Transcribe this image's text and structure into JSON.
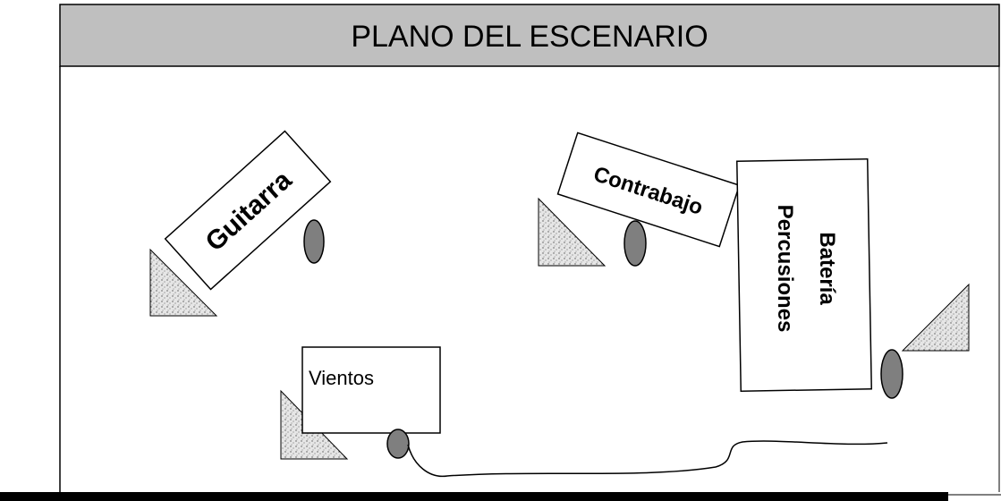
{
  "title": "PLANO DEL ESCENARIO",
  "colors": {
    "header_fill": "#bfbfbf",
    "monitor_fill": "#d9d9d9",
    "mic_fill": "#7f7f7f",
    "floor_bar": "#000000"
  },
  "stations": {
    "guitarra": "Guitarra",
    "contrabajo": "Contrabajo",
    "bateria_line1": "Batería",
    "bateria_line2": "Percusiones",
    "vientos": "Vientos"
  }
}
